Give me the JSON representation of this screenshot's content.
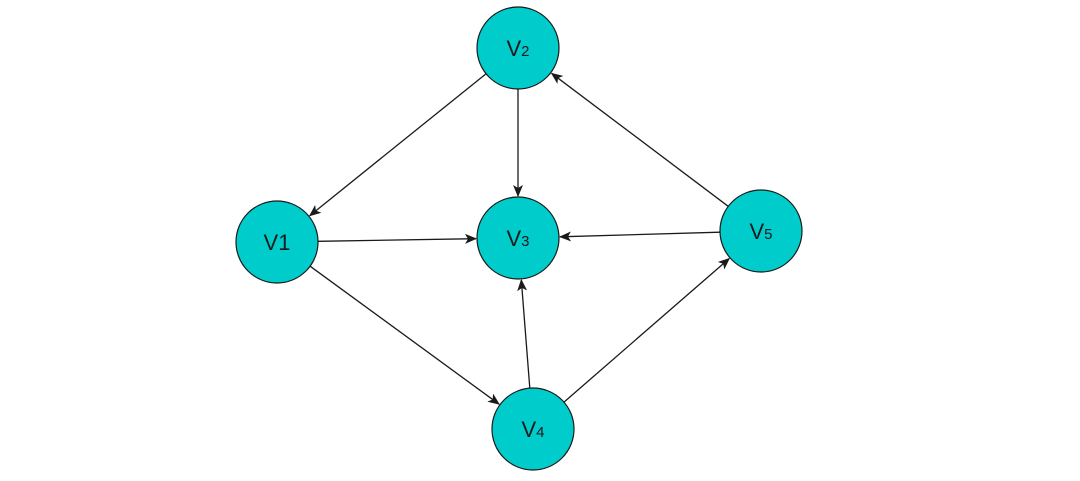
{
  "colors": {
    "node_fill": "#00CCCC",
    "node_stroke": "#1a1a1a",
    "edge": "#1a1a1a",
    "background": "#ffffff"
  },
  "nodes": [
    {
      "id": "V1",
      "letter": "V",
      "index": "1"
    },
    {
      "id": "V2",
      "letter": "V",
      "index": "2"
    },
    {
      "id": "V3",
      "letter": "V",
      "index": "3"
    },
    {
      "id": "V4",
      "letter": "V",
      "index": "4"
    },
    {
      "id": "V5",
      "letter": "V",
      "index": "5"
    }
  ],
  "edges": [
    {
      "from": "V2",
      "to": "V1"
    },
    {
      "from": "V2",
      "to": "V3"
    },
    {
      "from": "V1",
      "to": "V3"
    },
    {
      "from": "V1",
      "to": "V4"
    },
    {
      "from": "V4",
      "to": "V3"
    },
    {
      "from": "V5",
      "to": "V3"
    },
    {
      "from": "V5",
      "to": "V2"
    },
    {
      "from": "V4",
      "to": "V5"
    }
  ]
}
